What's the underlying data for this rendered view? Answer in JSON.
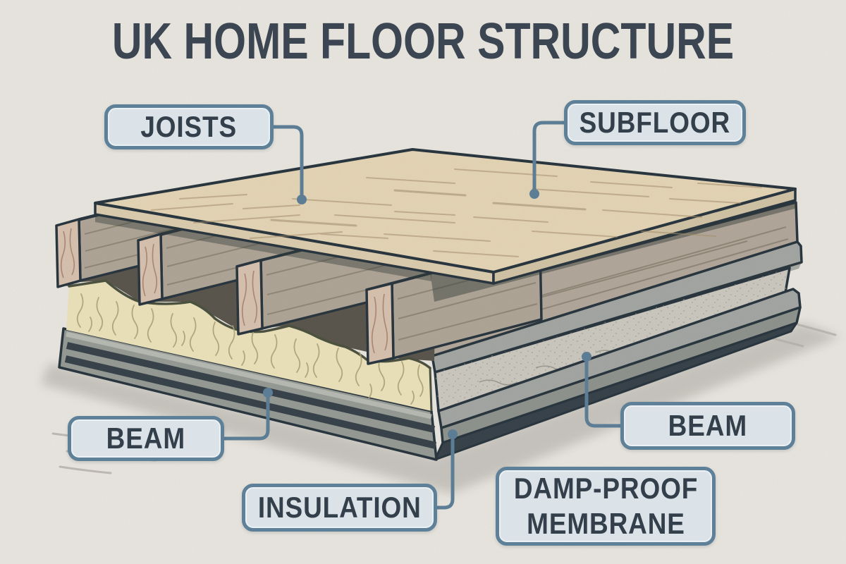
{
  "title": "UK HOME FLOOR STRUCTURE",
  "labels": {
    "joists": "JOISTS",
    "subfloor": "SUBFLOOR",
    "beam_left": "BEAM",
    "insulation": "INSULATION",
    "beam_right": "BEAM",
    "dpm_line1": "DAMP-PROOF",
    "dpm_line2": "MEMBRANE"
  },
  "colors": {
    "background": "#eae7e1",
    "title_text": "#3c4652",
    "label_fill": "#dbe3e9",
    "label_border": "#5e8098",
    "label_text": "#333f4a",
    "connector": "#5e8098",
    "outline": "#2b3740",
    "subfloor_wood": "#e6d6b7",
    "joist_front": "#d8c2b0",
    "joist_side": "#b0a698",
    "insulation_fill": "#ece3bb",
    "concrete_beam": "#ccc9c0",
    "membrane_dark": "#39434b",
    "base_gray": "#979b95"
  }
}
